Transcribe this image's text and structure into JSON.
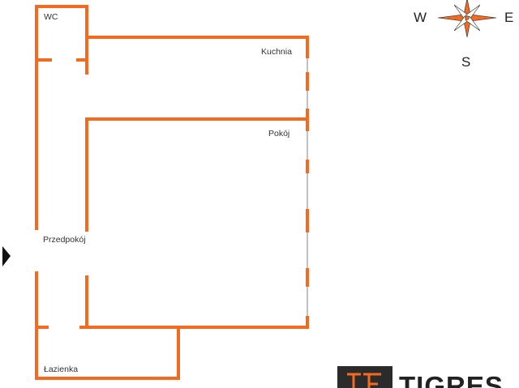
{
  "colors": {
    "wall": "#f26b21",
    "window": "#9fa8ad",
    "marker": "#111111",
    "logo_bg": "#2b2b2b",
    "logo_mark": "#f26b21",
    "text": "#333333"
  },
  "rooms": {
    "wc": "WC",
    "kitchen": "Kuchnia",
    "room": "Pokój",
    "hallway": "Przedpokój",
    "bathroom": "Łazienka"
  },
  "compass": {
    "west": "W",
    "east": "E",
    "south": "S"
  },
  "brand": {
    "name": "TIGRES",
    "logo_icon": "tigres-logo-icon"
  },
  "entrance": {
    "icon": "entrance-arrow-icon"
  }
}
